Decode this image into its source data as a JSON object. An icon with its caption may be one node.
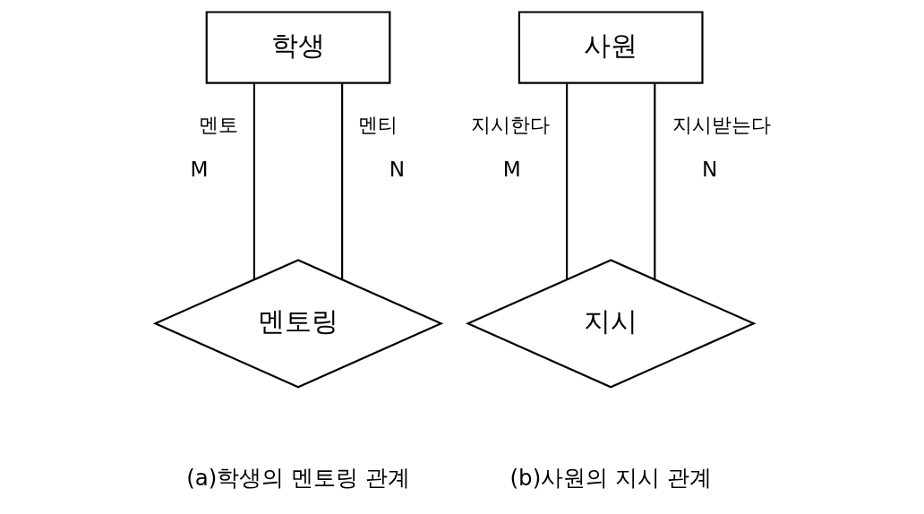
{
  "diagram": {
    "nodes": [
      {
        "text": [
          "학생"
        ]
      },
      {
        "text": [
          "멘토링"
        ]
      },
      {
        "text": [
          "사원"
        ]
      },
      {
        "text": [
          "지시"
        ]
      }
    ],
    "edges": [
      {
        "from": 0,
        "to": 1,
        "arrow": "none",
        "label": "멘토"
      },
      {
        "from": 0,
        "to": 1,
        "arrow": "none",
        "label": "멘티"
      },
      {
        "from": 2,
        "to": 3,
        "arrow": "none",
        "label": "지시한다"
      },
      {
        "from": 2,
        "to": 3,
        "arrow": "none",
        "label": "지시받는다"
      }
    ],
    "labels": [
      "M",
      "N",
      "M",
      "N",
      "(a)학생의 멘토링 관계",
      "(b)사원의 지시 관계"
    ]
  }
}
